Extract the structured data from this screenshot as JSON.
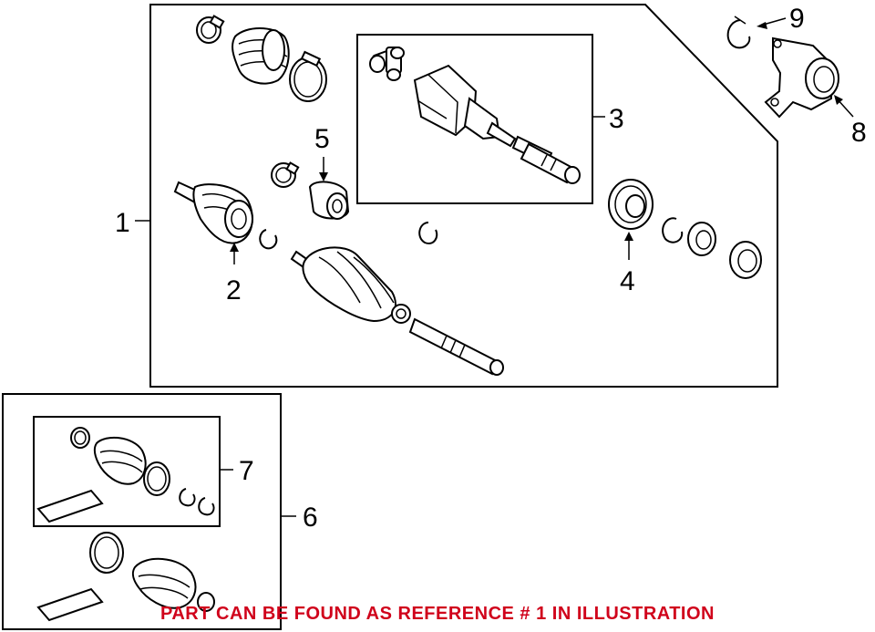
{
  "callouts": [
    {
      "id": "1",
      "label": "1"
    },
    {
      "id": "2",
      "label": "2"
    },
    {
      "id": "3",
      "label": "3"
    },
    {
      "id": "4",
      "label": "4"
    },
    {
      "id": "5",
      "label": "5"
    },
    {
      "id": "6",
      "label": "6"
    },
    {
      "id": "7",
      "label": "7"
    },
    {
      "id": "8",
      "label": "8"
    },
    {
      "id": "9",
      "label": "9"
    }
  ],
  "footer": {
    "note": "PART CAN BE FOUND AS REFERENCE # 1 IN ILLUSTRATION",
    "color": "#d0021b"
  }
}
